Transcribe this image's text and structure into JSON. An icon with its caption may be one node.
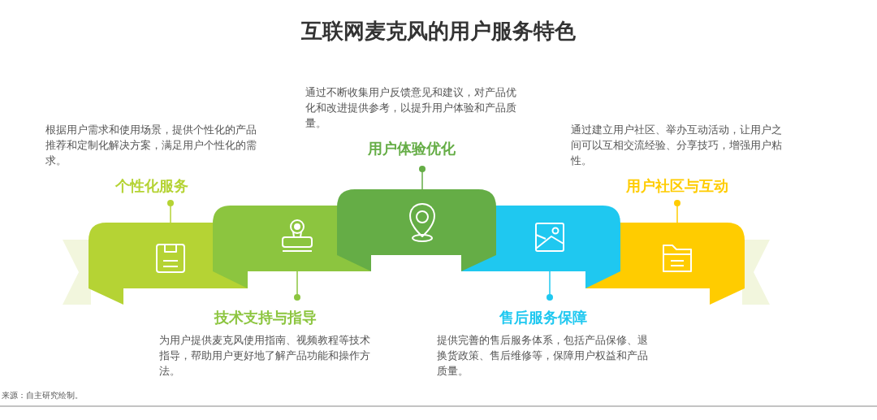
{
  "diagram": {
    "title": "互联网麦克风的用户服务特色",
    "nodes": [
      {
        "text": [],
        "shape": "box"
      },
      {
        "text": [],
        "shape": "box"
      },
      {
        "text": [],
        "shape": "box"
      },
      {
        "text": [],
        "shape": "box"
      },
      {
        "text": [],
        "shape": "box"
      },
      {
        "text": [
          "根据用户需求和使用场景，提供个性化的产品推荐和定制化解决方案，满足用户个性化的需求。",
          "个性化服务"
        ]
      },
      {
        "text": [
          "技术支持与指导",
          "为用户提供麦克风使用指南、视频教程等技术指导，帮助用户更好地了解产品功能和操作方法。"
        ]
      },
      {
        "text": [
          "通过不断收集用户反馈意见和建议，对产品优化和改进提供参考，以提升用户体验和产品质量。",
          "用户体验优化"
        ]
      },
      {
        "text": [
          "售后服务保障",
          "提供完善的售后服务体系，包括产品保修、退换货政策、售后维修等，保障用户权益和产品质量。"
        ]
      },
      {
        "text": [
          "通过建立用户社区、举办互动活动，让用户之间可以互相交流经验、分享技巧，增强用户粘性。",
          "用户社区与互动"
        ]
      }
    ],
    "edges": [
      {
        "from": 0,
        "to": 5,
        "arrow": "other",
        "color": "#b5d334"
      },
      {
        "from": 1,
        "to": 6,
        "arrow": "other",
        "color": "#8cc53f"
      },
      {
        "from": 2,
        "to": 7,
        "arrow": "other",
        "color": "#65ad46"
      },
      {
        "from": 3,
        "to": 8,
        "arrow": "other",
        "color": "#1fc8f0"
      },
      {
        "from": 4,
        "to": 9,
        "arrow": "other",
        "color": "#ffcc00"
      }
    ],
    "labels": [
      "来源：自主研究绘制。"
    ]
  }
}
